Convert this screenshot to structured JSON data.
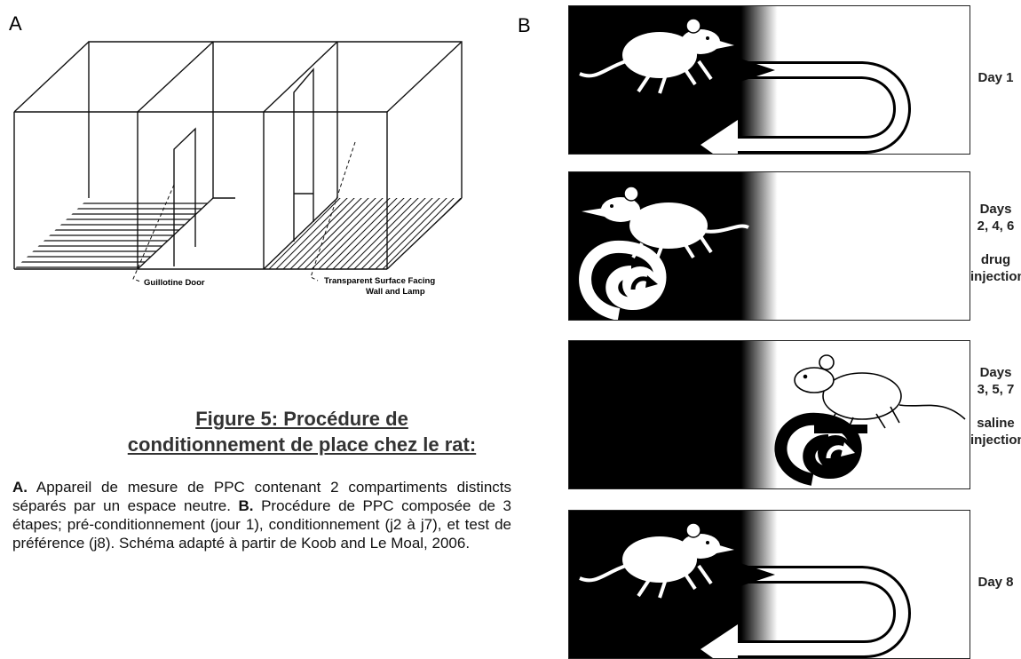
{
  "panel_a": {
    "letter": "A",
    "door_label": "Guillotine Door",
    "surface_label_line1": "Transparent Surface Facing",
    "surface_label_line2": "Wall and Lamp"
  },
  "panel_b": {
    "letter": "B",
    "steps": [
      {
        "label_lines": [
          "Day 1"
        ]
      },
      {
        "label_lines": [
          "Days",
          "2, 4, 6",
          "",
          "drug",
          "injection"
        ]
      },
      {
        "label_lines": [
          "Days",
          "3, 5, 7",
          "",
          "saline",
          "injection"
        ]
      },
      {
        "label_lines": [
          "Day 8"
        ]
      }
    ]
  },
  "figure": {
    "title_line1": "Figure 5: Procédure de",
    "title_line2": "conditionnement de place chez le rat:",
    "caption_a_label": "A.",
    "caption_a_text": " Appareil de mesure de PPC contenant 2 compartiments distincts séparés par un espace neutre. ",
    "caption_b_label": "B.",
    "caption_b_text": " Procédure de PPC composée de 3 étapes; pré-conditionnement (jour 1), conditionnement (j2 à j7), et test de préférence (j8). Schéma adapté à partir de Koob and Le Moal, 2006."
  }
}
